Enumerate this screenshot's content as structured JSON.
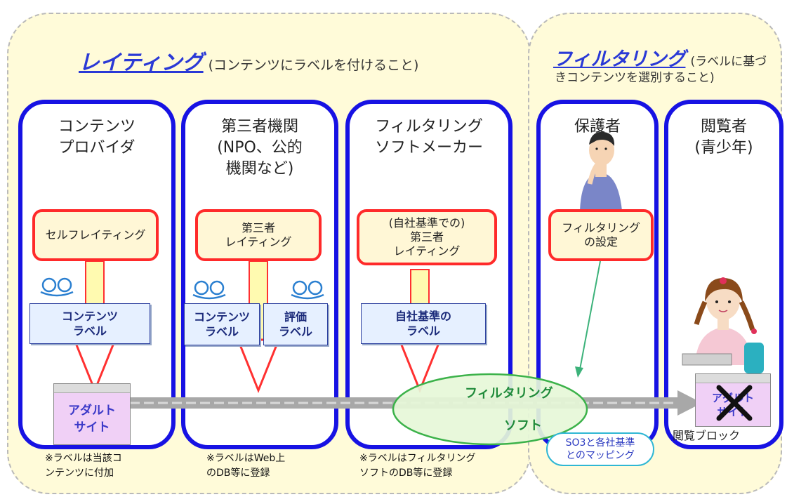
{
  "rating_zone": {
    "title": "レイティング",
    "subtitle": "(コンテンツにラベルを付けること)"
  },
  "filtering_zone": {
    "title": "フィルタリング",
    "subtitle_line1": "(ラベルに基づ",
    "subtitle_line2": "きコンテンツを選別すること)"
  },
  "columns": {
    "provider": "コンテンツ\nプロバイダ",
    "third_party": "第三者機関\n(NPO、公的\n機関など)",
    "software_maker": "フィルタリング\nソフトメーカー",
    "guardian": "保護者",
    "viewer": "閲覧者\n(青少年)"
  },
  "rating_boxes": {
    "self": "セルフレイティング",
    "third_party": "第三者\nレイティング",
    "maker": "(自社基準での)\n第三者\nレイティング",
    "guardian": "フィルタリング\nの設定"
  },
  "labels": {
    "content_label_1": "コンテンツ\nラベル",
    "content_label_2": "コンテンツ\nラベル",
    "evaluation_label": "評価\nラベル",
    "company_label": "自社基準の\nラベル"
  },
  "adult_site": "アダルト\nサイト",
  "blocked_site": "アダルト\nサイト",
  "filtering_software": {
    "line1": "フィルタリング",
    "line2": "ソフト"
  },
  "mapping_bubble": "SO3と各社基準\nとのマッピング",
  "block_caption": "閲覧ブロック",
  "notes": {
    "provider": "※ラベルは当該コ\nンテンツに付加",
    "third_party": "※ラベルはWeb上\nのDB等に登録",
    "maker": "※ラベルはフィルタリング\nソフトのDB等に登録"
  },
  "colors": {
    "column_border": "#1712e3",
    "rating_box_border": "#ff2a2a",
    "zone_fill": "#fffbd9",
    "title_color": "#2a39d6",
    "ellipse_border": "#3cb24a",
    "ellipse_fill": "#e6f7d8"
  }
}
